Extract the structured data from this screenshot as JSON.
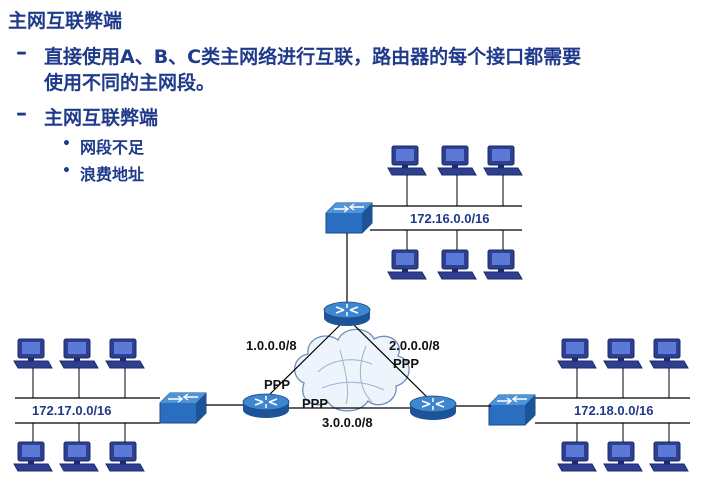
{
  "title": "主网互联弊端",
  "bullets": [
    {
      "text_line1": "直接使用A、B、C类主网络进行互联，路由器的每个接口都需要",
      "text_line2": "使用不同的主网段。"
    },
    {
      "text_line1": "主网互联弊端"
    }
  ],
  "sub_bullets": [
    "网段不足",
    "浪费地址"
  ],
  "diagram": {
    "segments": {
      "top": "172.16.0.0/16",
      "left": "172.17.0.0/16",
      "right": "172.18.0.0/16"
    },
    "links": {
      "left": "1.0.0.0/8",
      "right": "2.0.0.0/8",
      "bottom": "3.0.0.0/8"
    },
    "ppp_label": "PPP",
    "colors": {
      "text": "#1f3a8a",
      "device": "#2a6fbf",
      "pc": "#2e3f8f",
      "line": "#000000"
    }
  }
}
